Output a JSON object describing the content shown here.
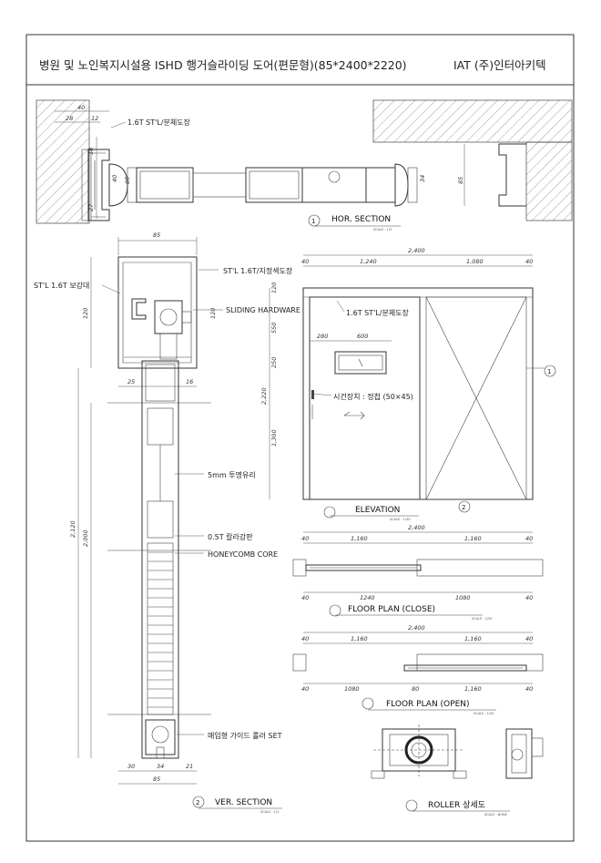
{
  "header": {
    "title": "병원 및 노인복지시설용 ISHD 행거슬라이딩 도어(편문형)(85*2400*2220)",
    "company": "IAT (주)인터아키텍"
  },
  "hor_section": {
    "title": "HOR. SECTION",
    "num": "1",
    "scale": "SCALE : 1/3",
    "label_steel": "1.6T ST'L/분체도장",
    "dims": {
      "d40": "40",
      "d28": "28",
      "d12": "12",
      "d18": "18",
      "d40b": "40",
      "d85": "85",
      "d27": "27",
      "d34": "34",
      "d85r": "85"
    }
  },
  "ver_section": {
    "title": "VER. SECTION",
    "num": "2",
    "scale": "SCALE : 1/3",
    "labels": {
      "steel_reinforce": "ST'L 1.6T 보강대",
      "steel_paint": "ST'L 1.6T/지정색도장",
      "sliding": "SLIDING HARDWARE",
      "glass": "5mm 투명유리",
      "galva": "0.5T 칼라강판",
      "honeycomb": "HONEYCOMB CORE",
      "roller": "매입형 가이드 롤러 SET"
    },
    "dims": {
      "top85": "85",
      "h120": "120",
      "h120b": "120",
      "w25": "25",
      "w16": "16",
      "h2120": "2,120",
      "h2000": "2,000",
      "b30": "30",
      "b34": "34",
      "b21": "21",
      "b85": "85"
    }
  },
  "elevation": {
    "title": "ELEVATION",
    "scale": "SCALE : 1/30",
    "label_steel": "1.6T ST'L/분체도장",
    "label_lock": "시건장치 : 정첩 (50×45)",
    "marker1": "1",
    "marker2": "2",
    "dims": {
      "total": "2,400",
      "l40": "40",
      "w1240": "1,240",
      "w1080": "1,080",
      "r40": "40",
      "h120": "120",
      "h550": "550",
      "h250": "250",
      "h2220": "2,220",
      "h1300": "1,300",
      "w280": "280",
      "w600": "600"
    }
  },
  "floor_close": {
    "title": "FLOOR PLAN (CLOSE)",
    "scale": "SCALE : 1/30",
    "dims": {
      "total": "2,400",
      "l40": "40",
      "a": "1,160",
      "b": "1,160",
      "r40": "40",
      "bl40": "40",
      "c": "1240",
      "d": "1080",
      "br40": "40"
    }
  },
  "floor_open": {
    "title": "FLOOR PLAN (OPEN)",
    "scale": "SCALE : 1/30",
    "dims": {
      "total": "2,400",
      "l40": "40",
      "a": "1,160",
      "b": "1,160",
      "r40": "40",
      "bl40": "40",
      "c": "1080",
      "e": "80",
      "d": "1,160",
      "br40": "40"
    }
  },
  "roller": {
    "title": "ROLLER 상세도",
    "scale": "SCALE : NONE"
  }
}
